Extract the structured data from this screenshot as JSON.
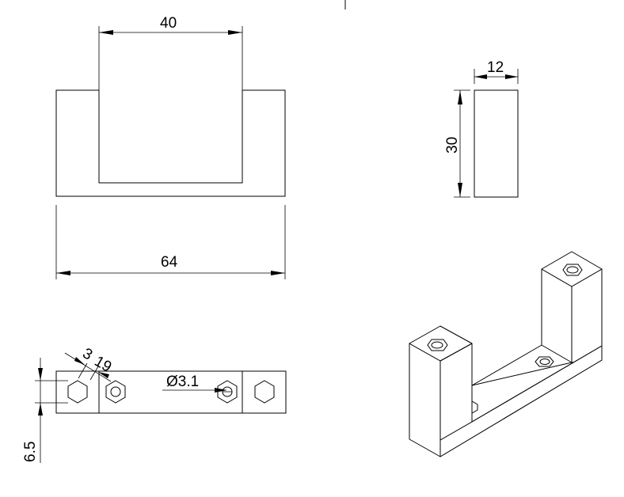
{
  "drawing": {
    "front_view": {
      "dim_top": "40",
      "dim_bottom": "64"
    },
    "side_view": {
      "dim_width": "12",
      "dim_height": "30"
    },
    "top_view": {
      "dim_small_a": "3",
      "dim_small_b": "19",
      "dim_hole": "Ø3.1",
      "dim_left": "6.5"
    },
    "iso_view": {}
  },
  "colors": {
    "line": "#000000",
    "background": "#ffffff"
  }
}
